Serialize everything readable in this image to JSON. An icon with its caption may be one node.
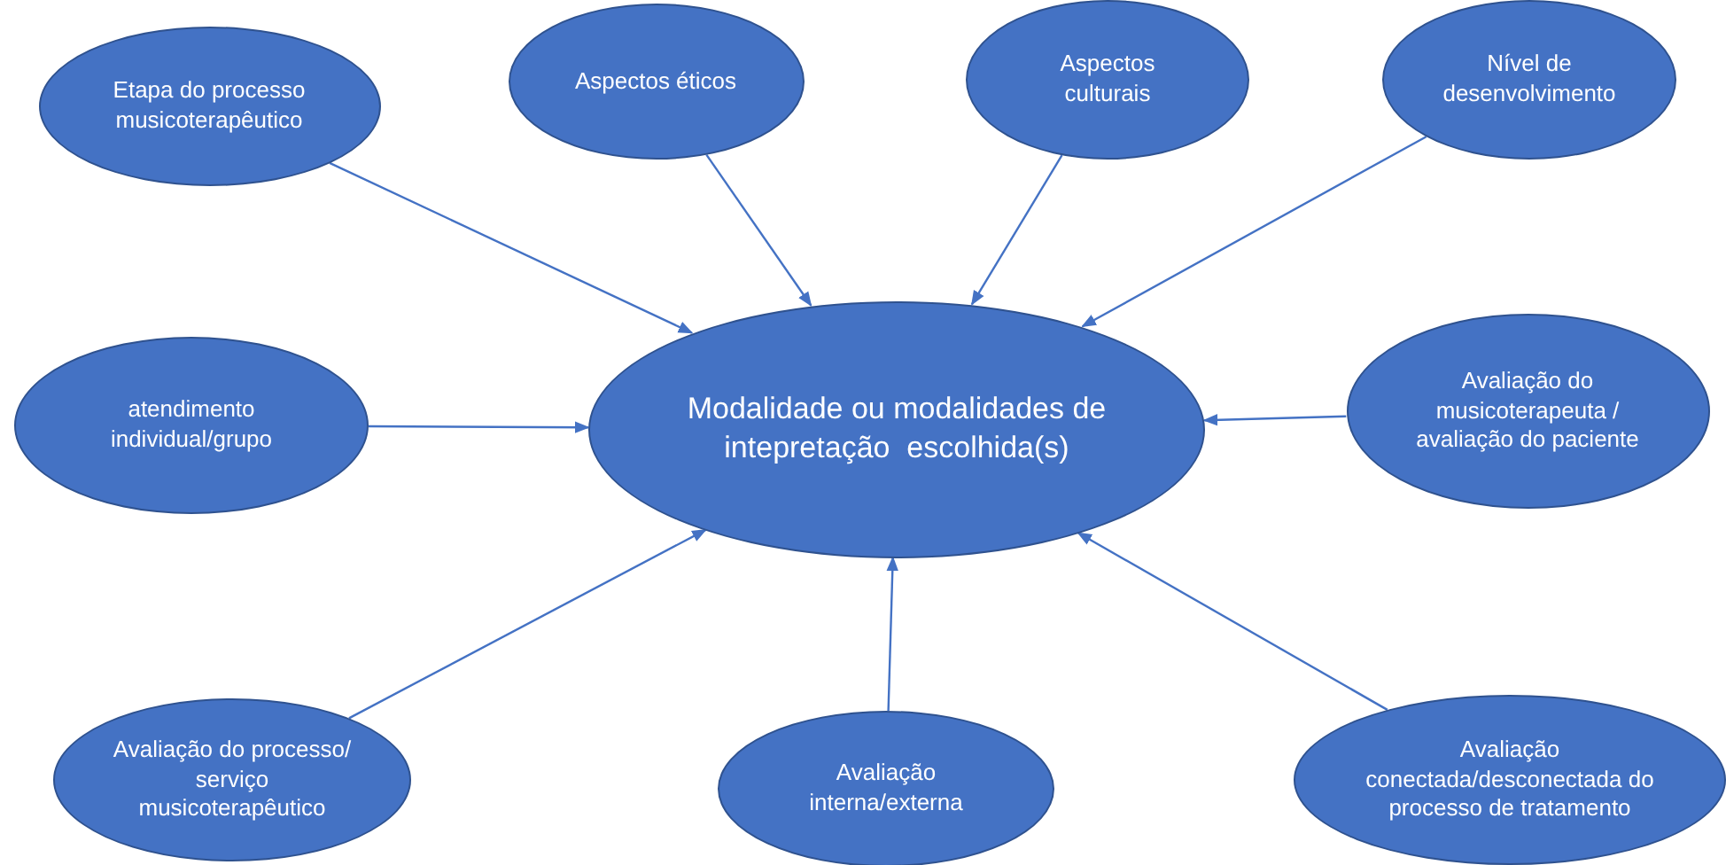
{
  "diagram": {
    "nodes": [
      {
        "text": [
          "Etapa do processo musicoterapêutico"
        ]
      },
      {
        "text": [
          "Aspectos éticos"
        ]
      },
      {
        "text": [
          "Aspectos culturais"
        ]
      },
      {
        "text": [
          "Nível de desenvolvimento"
        ]
      },
      {
        "text": [
          "atendimento individual/grupo"
        ]
      },
      {
        "text": [
          "Modalidade ou modalidades de intepretação  escolhida(s)"
        ]
      },
      {
        "text": [
          "Avaliação do musicoterapeuta / avaliação do paciente"
        ]
      },
      {
        "text": [
          "Avaliação do processo/ serviço musicoterapêutico"
        ]
      },
      {
        "text": [
          "Avaliação interna/externa"
        ]
      },
      {
        "text": [
          "Avaliação conectada/desconectada do processo de tratamento"
        ]
      }
    ],
    "edges": [
      {
        "from": 0,
        "to": 5,
        "arrow": "to"
      },
      {
        "from": 1,
        "to": 5,
        "arrow": "to"
      },
      {
        "from": 2,
        "to": 5,
        "arrow": "to"
      },
      {
        "from": 3,
        "to": 5,
        "arrow": "to"
      },
      {
        "from": 4,
        "to": 5,
        "arrow": "to"
      },
      {
        "from": 6,
        "to": 5,
        "arrow": "to"
      },
      {
        "from": 7,
        "to": 5,
        "arrow": "to"
      },
      {
        "from": 8,
        "to": 5,
        "arrow": "to"
      },
      {
        "from": 9,
        "to": 5,
        "arrow": "to"
      }
    ]
  }
}
